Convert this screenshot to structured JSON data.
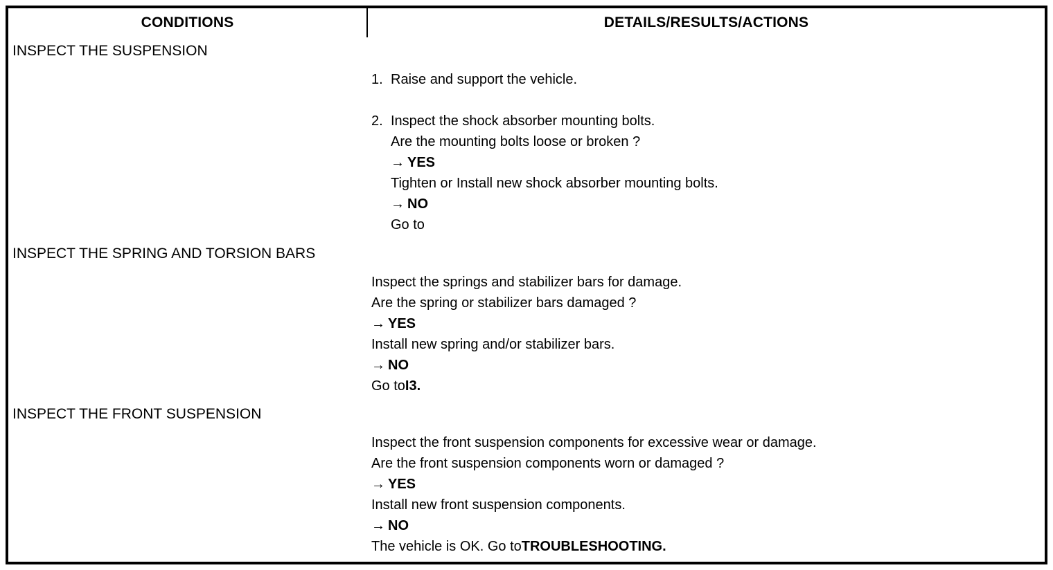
{
  "table": {
    "columns": {
      "conditions": "CONDITIONS",
      "details": "DETAILS/RESULTS/ACTIONS"
    },
    "sections": [
      {
        "heading": "INSPECT THE SUSPENSION",
        "details": {
          "lines": [
            {
              "kind": "numbered",
              "number": "1.",
              "text": "Raise and support the vehicle."
            },
            {
              "kind": "blank",
              "text": ""
            },
            {
              "kind": "numbered",
              "number": "2.",
              "text": "Inspect the shock absorber mounting bolts."
            },
            {
              "kind": "indent",
              "text": "Are the mounting bolts loose or broken ?"
            },
            {
              "kind": "indent-arrow",
              "arrow": "→",
              "text": "YES"
            },
            {
              "kind": "indent",
              "text": "Tighten or Install new shock absorber mounting bolts."
            },
            {
              "kind": "indent-arrow",
              "arrow": "→",
              "text": "NO"
            },
            {
              "kind": "indent",
              "text": "Go to"
            }
          ]
        }
      },
      {
        "heading": "INSPECT THE SPRING AND TORSION BARS",
        "details": {
          "lines": [
            {
              "kind": "plain",
              "text": "Inspect the springs and stabilizer bars for damage."
            },
            {
              "kind": "plain",
              "text": "Are the spring or stabilizer bars damaged ?"
            },
            {
              "kind": "arrow",
              "arrow": "→",
              "text": "YES"
            },
            {
              "kind": "plain",
              "text": "Install new spring and/or stabilizer bars."
            },
            {
              "kind": "arrow",
              "arrow": "→",
              "text": "NO"
            },
            {
              "kind": "plain-bold-tail",
              "text": "Go to",
              "bold_tail": "I3."
            }
          ]
        }
      },
      {
        "heading": "INSPECT THE FRONT SUSPENSION",
        "details": {
          "lines": [
            {
              "kind": "plain",
              "text": "Inspect the front suspension components for excessive wear or damage."
            },
            {
              "kind": "plain",
              "text": "Are the front suspension components worn or damaged ?"
            },
            {
              "kind": "arrow",
              "arrow": "→",
              "text": "YES"
            },
            {
              "kind": "plain",
              "text": "Install new front suspension components."
            },
            {
              "kind": "arrow",
              "arrow": "→",
              "text": "NO"
            },
            {
              "kind": "plain-bold-tail",
              "text": "The vehicle is OK. Go to",
              "bold_tail": "TROUBLESHOOTING."
            }
          ]
        }
      }
    ]
  },
  "colors": {
    "border": "#000000",
    "text": "#000000",
    "background": "#ffffff"
  }
}
